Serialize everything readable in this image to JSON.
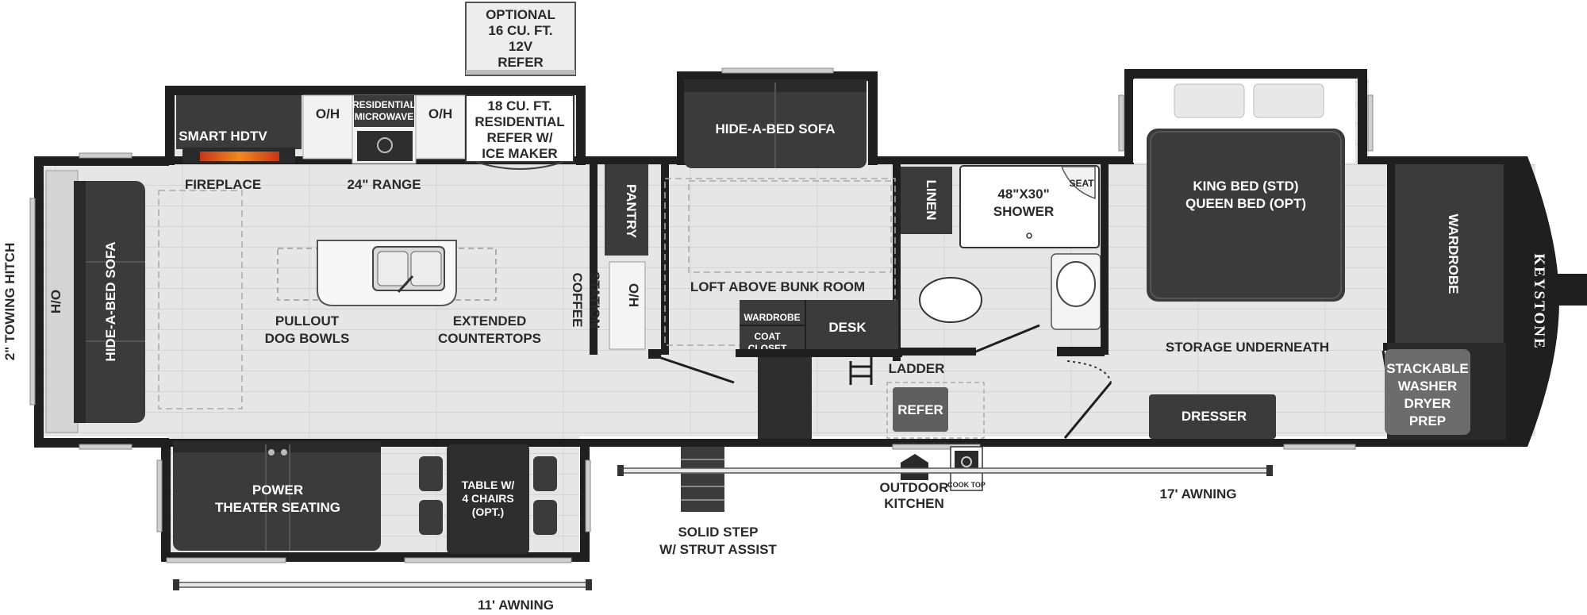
{
  "labels": {
    "optional_refer": [
      "OPTIONAL",
      "16 CU. FT.",
      "12V",
      "REFER"
    ],
    "smart_hdtv": "SMART HDTV",
    "fireplace": "FIREPLACE",
    "oh_left": "O/H",
    "res_microwave": [
      "RESIDENTIAL",
      "MICROWAVE"
    ],
    "oh_right": "O/H",
    "range": "24\" RANGE",
    "res_refer": [
      "18 CU. FT.",
      "RESIDENTIAL",
      "REFER W/",
      "ICE MAKER"
    ],
    "pantry": "PANTRY",
    "coffee_station": [
      "COFFEE",
      "STATION"
    ],
    "oh_pantry": "O/H",
    "hide_a_bed_sofa_top": "HIDE-A-BED SOFA",
    "loft": "LOFT ABOVE BUNK ROOM",
    "wardrobe_small": "WARDROBE",
    "coat_closet": [
      "COAT",
      "CLOSET"
    ],
    "desk": "DESK",
    "ladder": "LADDER",
    "refer_outdoor": "REFER",
    "linen": "LINEN",
    "shower": [
      "48\"X30\"",
      "SHOWER"
    ],
    "seat": "SEAT",
    "king_bed": [
      "KING BED (STD)",
      "QUEEN BED (OPT)"
    ],
    "storage_underneath": "STORAGE UNDERNEATH",
    "dresser": "DRESSER",
    "wardrobe": "WARDROBE",
    "washer_dryer": [
      "STACKABLE",
      "WASHER",
      "DRYER",
      "PREP"
    ],
    "keystone": "KEYSTONE",
    "towing_hitch": "2\" TOWING HITCH",
    "ho": "H/O",
    "hide_a_bed_sofa_left": "HIDE-A-BED SOFA",
    "pullout_dog_bowls": [
      "PULLOUT",
      "DOG BOWLS"
    ],
    "extended_countertops": [
      "EXTENDED",
      "COUNTERTOPS"
    ],
    "power_theater": [
      "POWER",
      "THEATER SEATING"
    ],
    "table_chairs": [
      "TABLE W/",
      "4 CHAIRS",
      "(OPT.)"
    ],
    "solid_step": [
      "SOLID STEP",
      "W/ STRUT ASSIST"
    ],
    "outdoor_kitchen": [
      "OUTDOOR",
      "KITCHEN"
    ],
    "cook_top": "COOK TOP",
    "awning_17": "17' AWNING",
    "awning_11": "11' AWNING"
  },
  "colors": {
    "wall": "#1f1f1f",
    "floor": "#e4e4e4",
    "furniture_dark": "#3b3b3b",
    "appliance_grey": "#6c6c6c",
    "label_dark": "#2a2a2a"
  }
}
